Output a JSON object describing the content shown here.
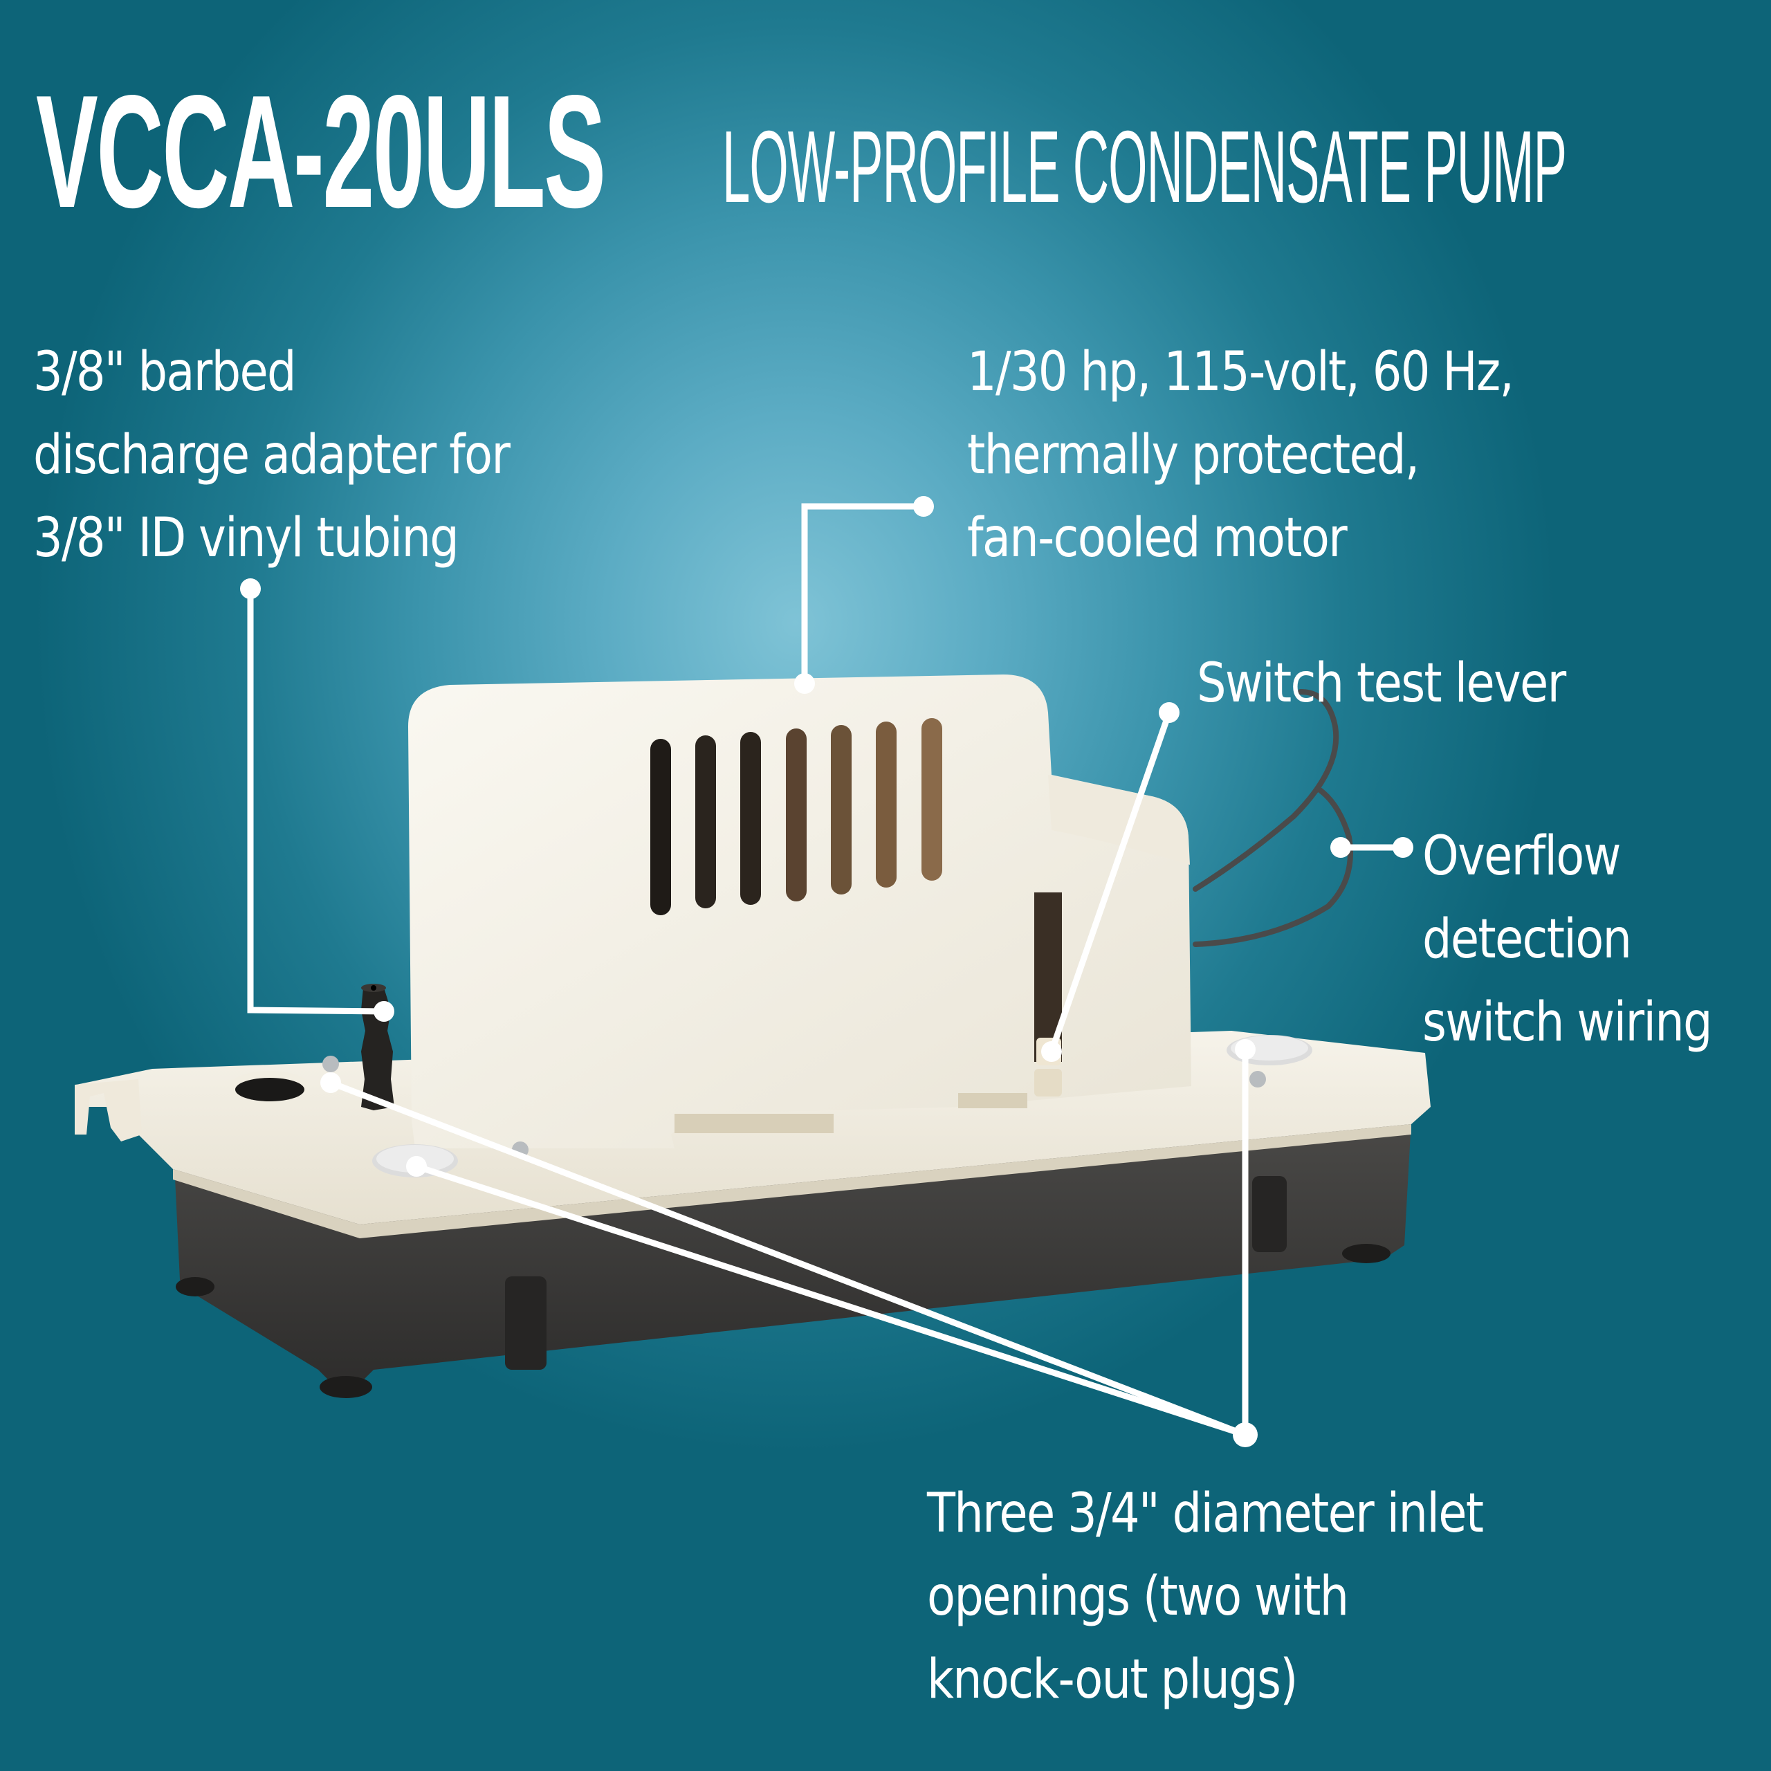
{
  "header": {
    "model": "VCCA-20ULS",
    "subtitle": "LOW-PROFILE CONDENSATE PUMP"
  },
  "callouts": {
    "discharge": {
      "lines": [
        "3/8\" barbed",
        "discharge adapter for",
        "3/8\" ID vinyl tubing"
      ]
    },
    "motor": {
      "lines": [
        "1/30 hp, 115-volt, 60 Hz,",
        "thermally protected,",
        "fan-cooled motor"
      ]
    },
    "lever": {
      "lines": [
        "Switch test lever"
      ]
    },
    "overflow": {
      "lines": [
        "Overflow",
        "detection",
        "switch wiring"
      ]
    },
    "inlet": {
      "lines": [
        "Three 3/4\" diameter inlet",
        "openings (two with",
        "knock-out plugs)"
      ]
    }
  },
  "colors": {
    "background_dark": "#0d6478",
    "background_light": "#7fc3d6",
    "text": "#ffffff",
    "pump_housing": "#f3efe4",
    "pump_reservoir": "#3b3a39",
    "leader_line": "#ffffff"
  },
  "product_image": {
    "subject": "condensate-pump",
    "parts": [
      "motor-cover",
      "vent-slots",
      "reservoir-lid",
      "reservoir-tank",
      "discharge-adapter",
      "inlet-openings",
      "switch-test-lever",
      "overflow-switch-wire"
    ]
  }
}
